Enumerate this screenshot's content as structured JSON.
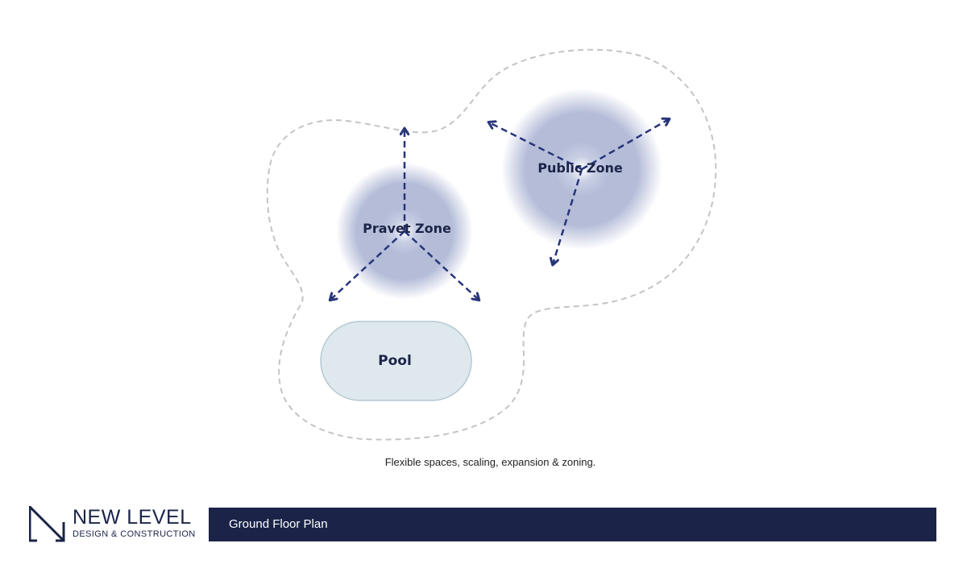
{
  "zones": [
    {
      "id": "pravet",
      "label": "Pravet Zone"
    },
    {
      "id": "public",
      "label": "Public Zone"
    },
    {
      "id": "pool",
      "label": "Pool"
    }
  ],
  "caption": "Flexible spaces, scaling, expansion & zoning.",
  "logo": {
    "title": "NEW LEVEL",
    "subtitle": "DESIGN & CONSTRUCTION"
  },
  "footer": {
    "title": "Ground Floor Plan"
  },
  "colors": {
    "navy": "#1b2448",
    "arrow": "#27357a",
    "zone_glow": "#b4bcd8",
    "pool_fill": "#dfe9ed",
    "pool_stroke": "#b5c8d3",
    "boundary": "#c4c4c4"
  }
}
